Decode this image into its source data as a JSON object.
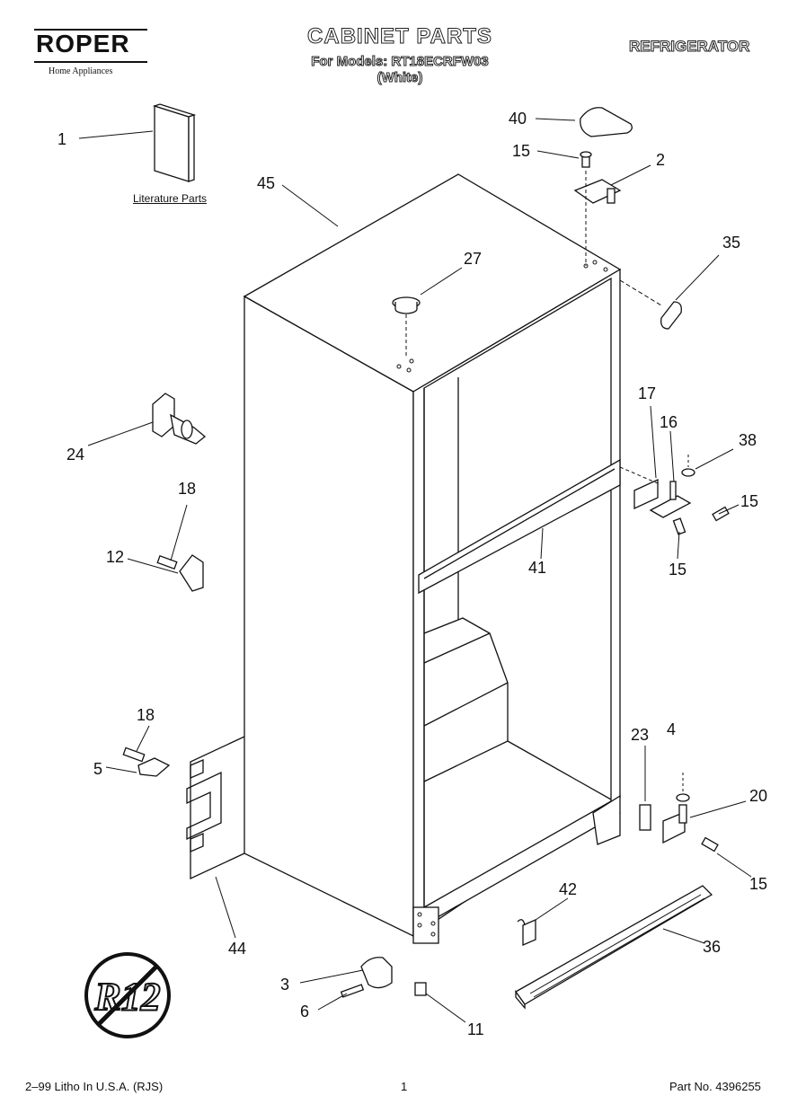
{
  "header": {
    "brand": "ROPER",
    "brand_tagline": "Home Appliances",
    "title": "CABINET PARTS",
    "models_line": "For Models: RT18ECRFW03",
    "color_line": "(White)",
    "category": "REFRIGERATOR"
  },
  "literature_label": "Literature Parts",
  "callouts": [
    "1",
    "2",
    "3",
    "4",
    "5",
    "6",
    "11",
    "12",
    "15",
    "16",
    "17",
    "18",
    "20",
    "23",
    "24",
    "27",
    "35",
    "36",
    "38",
    "40",
    "41",
    "42",
    "44",
    "45"
  ],
  "badge_text": "R12",
  "footer": {
    "print_info": "2–99 Litho In U.S.A. (RJS)",
    "page": "1",
    "part_no": "Part No. 4396255"
  }
}
